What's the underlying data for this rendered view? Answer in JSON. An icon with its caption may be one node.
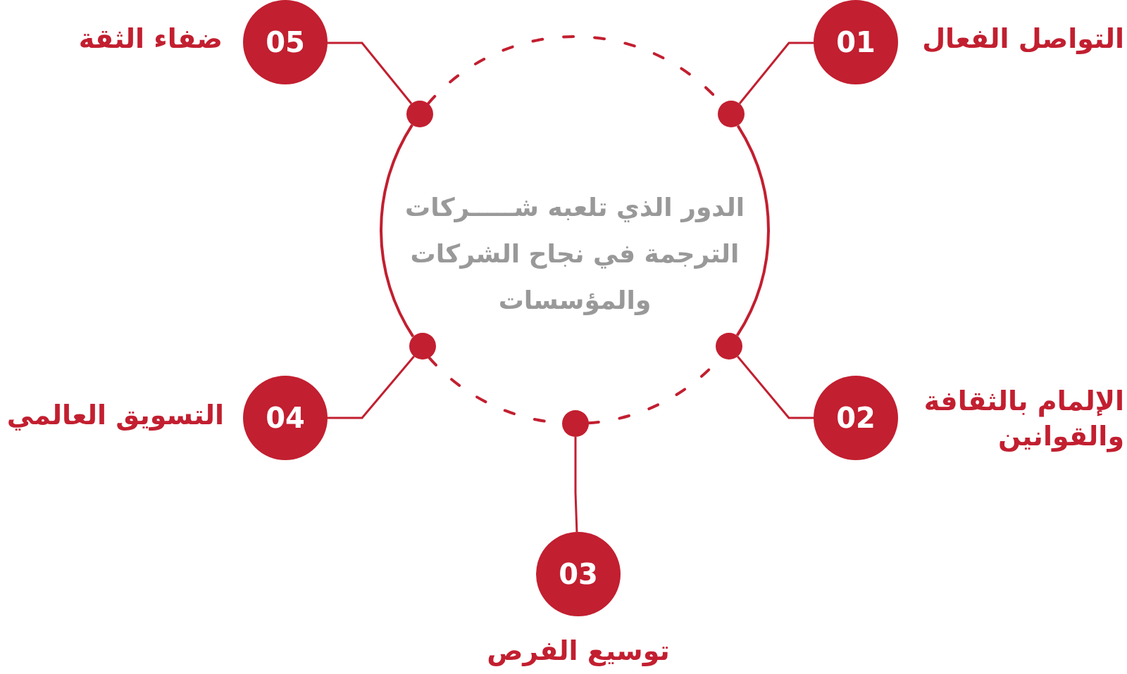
{
  "diagram": {
    "nodes": [
      {
        "text": [
          "الدور الذي تلعبه شـــــركات الترجمة في نجاح الشركات والمؤسسات"
        ]
      },
      {
        "text": [],
        "shape": "circle"
      },
      {
        "text": [],
        "shape": "circle"
      },
      {
        "text": [],
        "shape": "circle"
      },
      {
        "text": [],
        "shape": "circle"
      },
      {
        "text": [],
        "shape": "circle"
      },
      {
        "text": [
          "01"
        ],
        "beside": [
          "التواصل الفعال"
        ]
      },
      {
        "text": [
          "02"
        ],
        "beside": [
          "الإلمام بالثقافة والقوانين"
        ]
      },
      {
        "text": [
          "03"
        ],
        "beside": [
          "توسيع الفرص"
        ]
      },
      {
        "text": [
          "04"
        ],
        "beside": [
          "التسويق العالمي"
        ]
      },
      {
        "text": [
          "05"
        ],
        "beside": [
          "ضفاء الثقة"
        ]
      }
    ],
    "edges": [
      {
        "from": 2,
        "to": 6,
        "arrow": "none"
      },
      {
        "from": 4,
        "to": 7,
        "arrow": "none"
      },
      {
        "from": 5,
        "to": 8,
        "arrow": "none"
      },
      {
        "from": 3,
        "to": 9,
        "arrow": "none"
      },
      {
        "from": 1,
        "to": 10,
        "arrow": "none"
      },
      {
        "from": 1,
        "to": 2,
        "arrow": "none",
        "style": "dashed"
      },
      {
        "from": 1,
        "to": 3,
        "arrow": "none"
      },
      {
        "from": 2,
        "to": 4,
        "arrow": "none"
      },
      {
        "from": 3,
        "to": 5,
        "arrow": "none",
        "style": "dashed"
      },
      {
        "from": 5,
        "to": 4,
        "arrow": "none",
        "style": "dashed"
      }
    ]
  }
}
